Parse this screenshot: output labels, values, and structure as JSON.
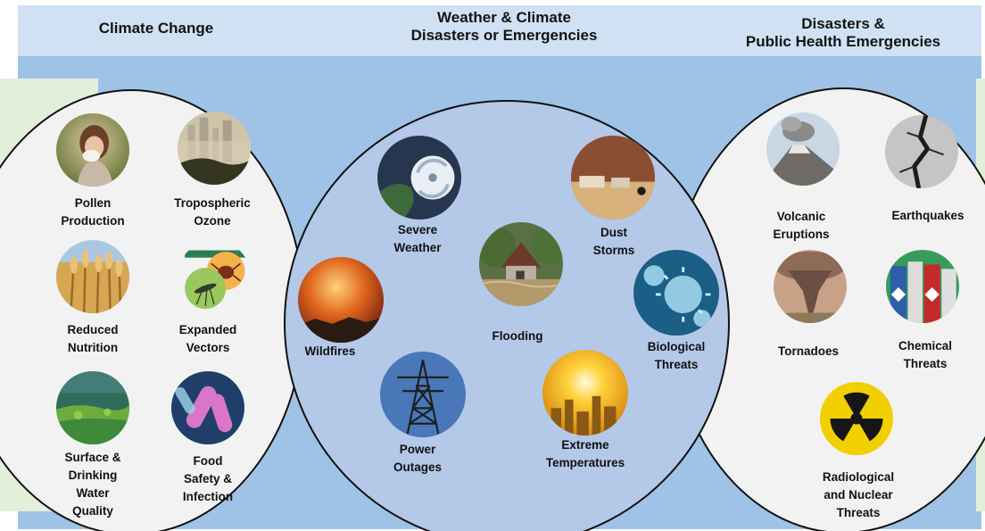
{
  "headers": {
    "left": [
      "Climate Change"
    ],
    "center": [
      "Weather & Climate",
      "Disasters or Emergencies"
    ],
    "right": [
      "Disasters &",
      "Public Health Emergencies"
    ]
  },
  "colors": {
    "header_band": "#cfe1f2",
    "background_blue": "#9ec3e6",
    "side_green": "#e2efda",
    "outer_circles": "#f2f2f2",
    "center_circle": "#b4c8e8"
  },
  "climate_change": [
    {
      "id": "pollen",
      "icon": "sneezing-person-icon",
      "label": [
        "Pollen",
        "Production"
      ]
    },
    {
      "id": "ozone",
      "icon": "smog-skyline-icon",
      "label": [
        "Tropospheric",
        "Ozone"
      ]
    },
    {
      "id": "nutrition",
      "icon": "wheat-field-icon",
      "label": [
        "Reduced",
        "Nutrition"
      ]
    },
    {
      "id": "vectors",
      "icon": "mosquito-tick-icon",
      "label": [
        "Expanded",
        "Vectors"
      ]
    },
    {
      "id": "water",
      "icon": "algae-water-icon",
      "label": [
        "Surface &",
        "Drinking",
        "Water",
        "Quality"
      ]
    },
    {
      "id": "food",
      "icon": "bacteria-icon",
      "label": [
        "Food",
        "Safety &",
        "Infection"
      ]
    }
  ],
  "weather_disasters": [
    {
      "id": "severe",
      "icon": "hurricane-icon",
      "label": [
        "Severe",
        "Weather"
      ]
    },
    {
      "id": "dust",
      "icon": "dust-storm-icon",
      "label": [
        "Dust",
        "Storms"
      ]
    },
    {
      "id": "flooding",
      "icon": "flooded-house-icon",
      "label": [
        "Flooding"
      ]
    },
    {
      "id": "wildfires",
      "icon": "wildfire-icon",
      "label": [
        "Wildfires"
      ]
    },
    {
      "id": "biological",
      "icon": "virus-icon",
      "label": [
        "Biological",
        "Threats"
      ]
    },
    {
      "id": "power",
      "icon": "power-tower-icon",
      "label": [
        "Power",
        "Outages"
      ]
    },
    {
      "id": "temps",
      "icon": "heat-sun-icon",
      "label": [
        "Extreme",
        "Temperatures"
      ]
    }
  ],
  "public_health": [
    {
      "id": "volcanic",
      "icon": "volcano-icon",
      "label": [
        "Volcanic",
        "Eruptions"
      ]
    },
    {
      "id": "earthquakes",
      "icon": "cracked-ground-icon",
      "label": [
        "Earthquakes"
      ]
    },
    {
      "id": "tornadoes",
      "icon": "tornado-icon",
      "label": [
        "Tornadoes"
      ]
    },
    {
      "id": "chemical",
      "icon": "chemical-bottles-icon",
      "label": [
        "Chemical",
        "Threats"
      ]
    },
    {
      "id": "radiological",
      "icon": "radiation-symbol-icon",
      "label": [
        "Radiological",
        "and Nuclear",
        "Threats"
      ]
    }
  ]
}
